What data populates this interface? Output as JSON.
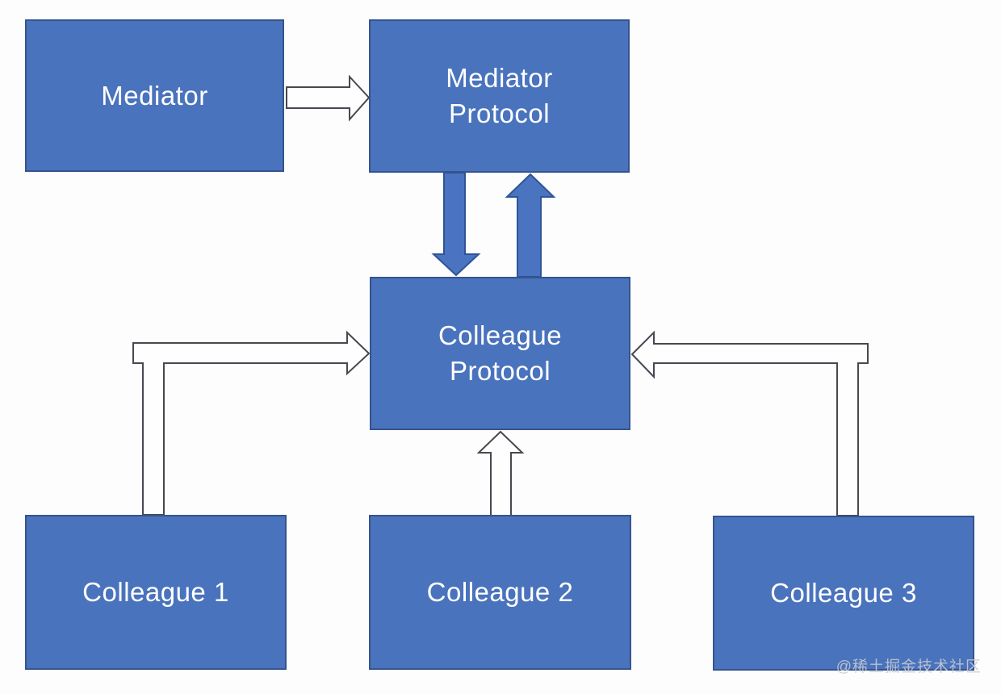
{
  "diagram": {
    "type": "mediator-design-pattern",
    "nodes": {
      "mediator": {
        "label": "Mediator"
      },
      "mediator_protocol": {
        "label": "Mediator Protocol"
      },
      "colleague_protocol": {
        "label": "Colleague Protocol"
      },
      "colleague_1": {
        "label": "Colleague 1"
      },
      "colleague_2": {
        "label": "Colleague 2"
      },
      "colleague_3": {
        "label": "Colleague 3"
      }
    },
    "edges": [
      {
        "from": "Mediator",
        "to": "Mediator Protocol",
        "style": "hollow-arrow",
        "direction": "right"
      },
      {
        "from": "Mediator Protocol",
        "to": "Colleague Protocol",
        "style": "filled-arrow",
        "direction": "down"
      },
      {
        "from": "Colleague Protocol",
        "to": "Mediator Protocol",
        "style": "filled-arrow",
        "direction": "up"
      },
      {
        "from": "Colleague 1",
        "to": "Colleague Protocol",
        "style": "hollow-elbow-arrow",
        "direction": "up-right"
      },
      {
        "from": "Colleague 2",
        "to": "Colleague Protocol",
        "style": "hollow-arrow",
        "direction": "up"
      },
      {
        "from": "Colleague 3",
        "to": "Colleague Protocol",
        "style": "hollow-elbow-arrow",
        "direction": "up-left"
      }
    ]
  },
  "watermark": {
    "text": "@稀土掘金技术社区"
  },
  "colors": {
    "background": "#fdfdfd",
    "node_fill": "#4a73bd",
    "node_border": "#35548e",
    "filled_arrow_fill": "#4a74c0",
    "filled_arrow_border": "#2e5496",
    "hollow_arrow_fill": "#fefefe",
    "hollow_arrow_stroke": "#46494f",
    "label_text": "#ffffff"
  }
}
